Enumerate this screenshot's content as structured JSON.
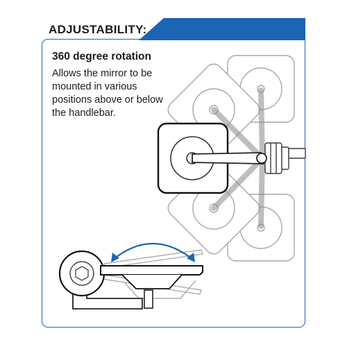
{
  "header": {
    "title": "ADJUSTABILITY:",
    "accent_color": "#1c64b4"
  },
  "feature": {
    "title": "360 degree rotation",
    "description": "Allows the mirror to be mounted in various positions above or below the handlebar."
  },
  "illustration": {
    "top_view": "mirror-rotation-icon",
    "side_view": "mirror-tilt-icon",
    "arrow_color": "#1c64b4"
  }
}
